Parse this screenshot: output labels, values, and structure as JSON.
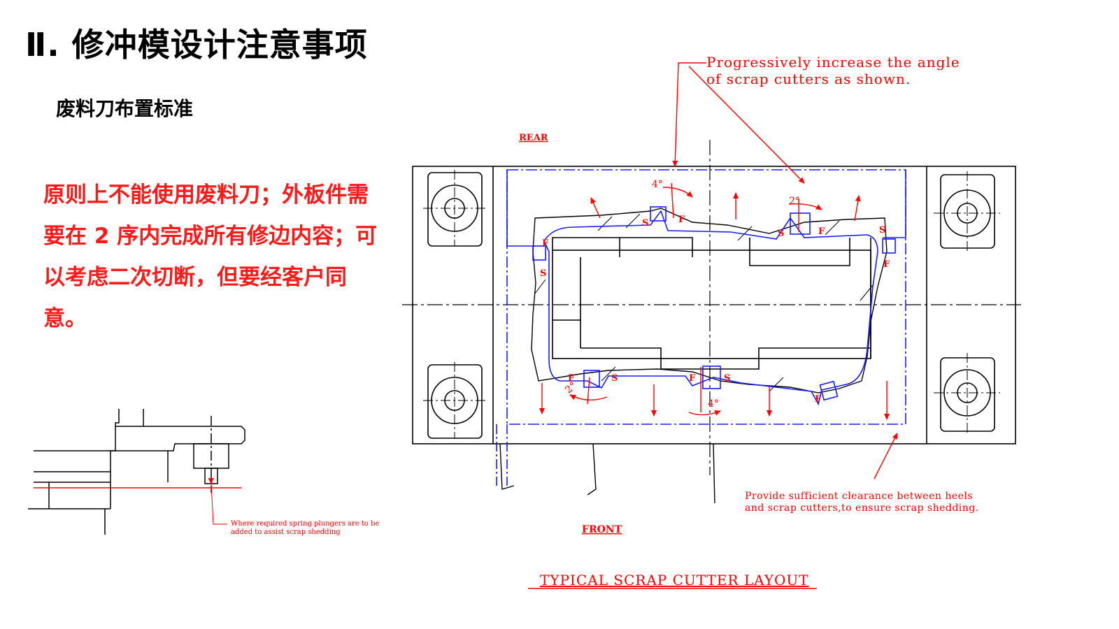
{
  "slide": {
    "title": "Ⅱ. 修冲模设计注意事项",
    "subtitle": "废料刀布置标准",
    "body": "原则上不能使用废料刀；外板件需要在 2 序内完成所有修边内容；可以考虑二次切断，但要经客户同意。"
  },
  "drawing": {
    "note_top_line1": "Progressively increase the angle",
    "note_top_line2": "of scrap cutters as shown.",
    "label_rear": "REAR",
    "label_front": "FRONT",
    "caption": "TYPICAL SCRAP CUTTER LAYOUT",
    "note_bottom_line1": "Provide sufficient clearance between heels",
    "note_bottom_line2": "and scrap cutters,to ensure scrap shedding.",
    "spring_note_line1": "Where required spring plungers are to be",
    "spring_note_line2": "added to assist scrap shedding",
    "angle_4": "4°",
    "angle_2": "2°",
    "mark_s": "S",
    "mark_f": "F"
  },
  "colors": {
    "annotation": "#ff0000",
    "outline_blue": "#1a1aff",
    "line_black": "#000000"
  }
}
